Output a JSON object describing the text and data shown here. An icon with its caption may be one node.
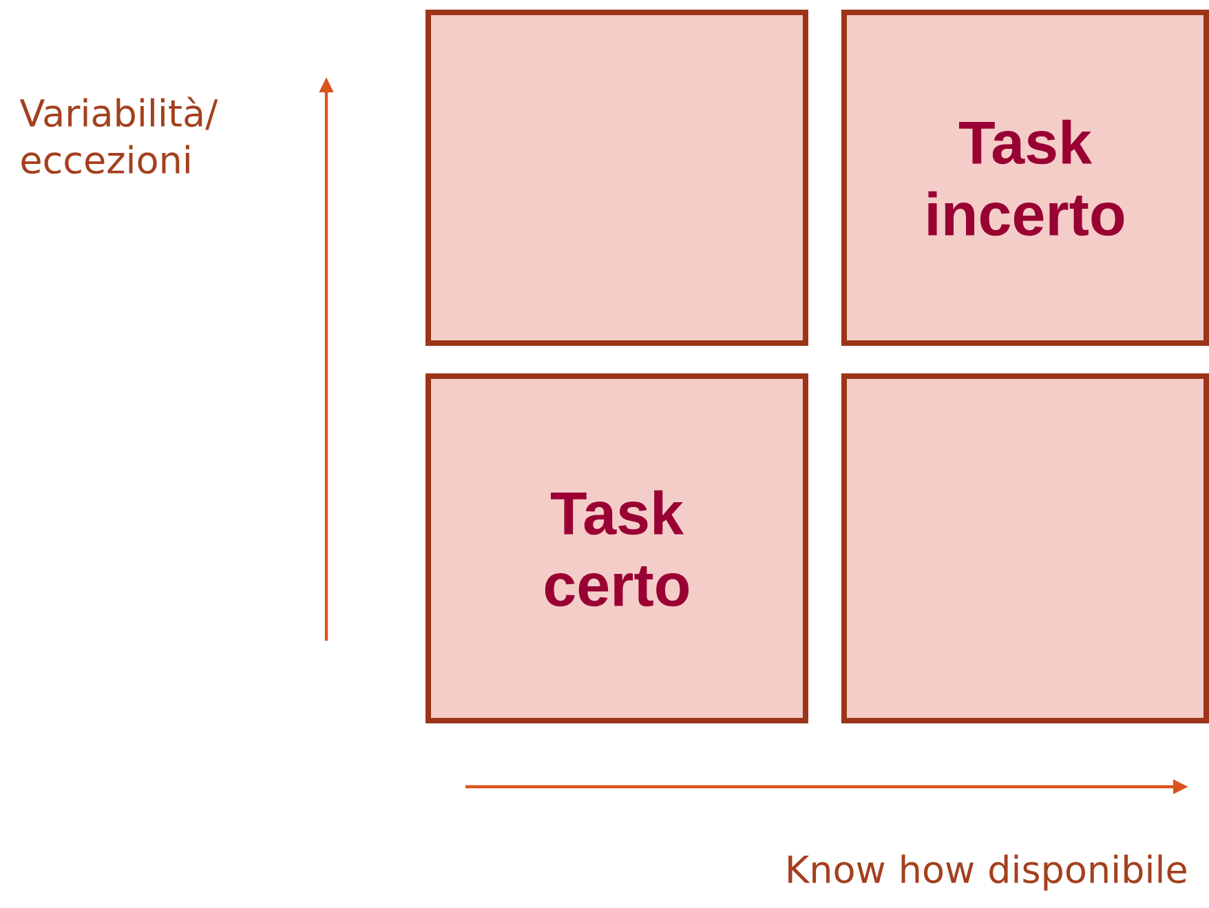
{
  "diagram": {
    "nodes": [
      {
        "text": [],
        "shape": "box"
      },
      {
        "text": [
          "Task incerto"
        ]
      },
      {
        "text": [
          "Task certo"
        ]
      },
      {
        "text": [],
        "shape": "box"
      }
    ],
    "labels": [
      "Variabilità/ eccezioni",
      "Know how disponibile"
    ]
  }
}
